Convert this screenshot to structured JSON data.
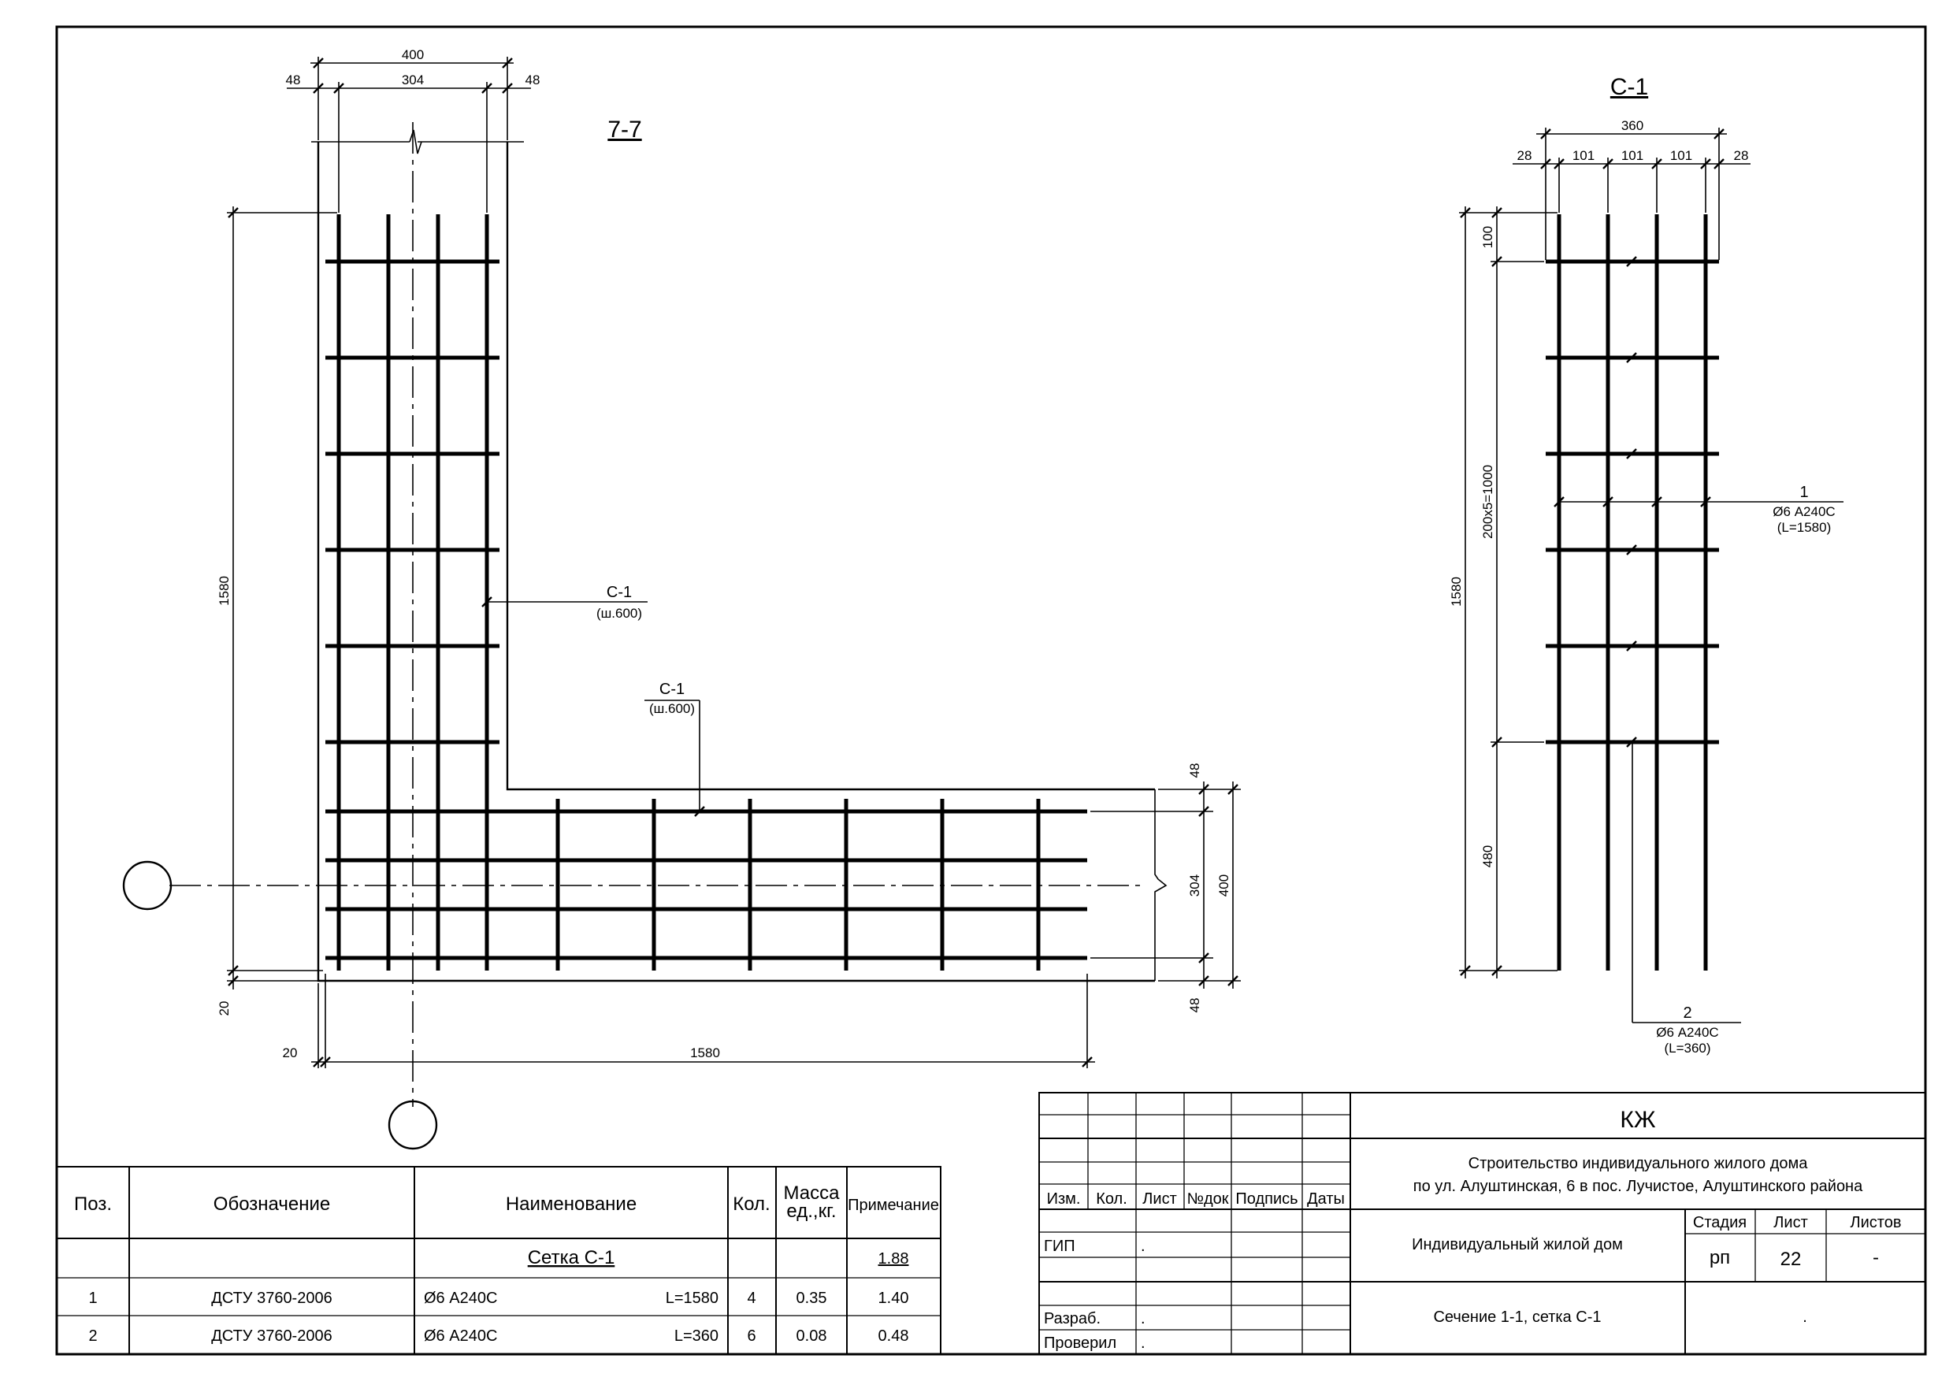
{
  "section": {
    "title": "7-7",
    "dims": {
      "top_overall": "400",
      "top_inner": "304",
      "top_cover_l": "48",
      "top_cover_r": "48",
      "left_height": "1580",
      "bottom_cover": "20",
      "bottom_left": "20",
      "bottom_length": "1580",
      "right_top": "48",
      "right_inner": "304",
      "right_overall": "400",
      "right_bottom": "48"
    },
    "callout_vertical": {
      "mark": "С-1",
      "step": "(ш.600)"
    },
    "callout_horizontal": {
      "mark": "С-1",
      "step": "(ш.600)"
    }
  },
  "mesh": {
    "title": "С-1",
    "dims": {
      "width": "360",
      "cover_l": "28",
      "spacing1": "101",
      "spacing2": "101",
      "spacing3": "101",
      "cover_r": "28",
      "top": "100",
      "middle": "200х5=1000",
      "bottom": "480",
      "overall": "1580"
    },
    "pos1": {
      "num": "1",
      "spec": "Ø6 А240С",
      "len": "(L=1580)"
    },
    "pos2": {
      "num": "2",
      "spec": "Ø6 А240С",
      "len": "(L=360)"
    }
  },
  "spec_table": {
    "headers": {
      "pos": "Поз.",
      "designation": "Обозначение",
      "name": "Наименование",
      "qty": "Кол.",
      "mass1": "Масса",
      "mass2": "ед.,кг.",
      "note": "Примечание"
    },
    "group": {
      "name": "Сетка С-1",
      "note": "1.88"
    },
    "rows": [
      {
        "pos": "1",
        "designation": "ДСТУ 3760-2006",
        "name": "Ø6 А240С",
        "length": "L=1580",
        "qty": "4",
        "mass": "0.35",
        "note": "1.40"
      },
      {
        "pos": "2",
        "designation": "ДСТУ 3760-2006",
        "name": "Ø6 А240С",
        "length": "L=360",
        "qty": "6",
        "mass": "0.08",
        "note": "0.48"
      }
    ]
  },
  "title_block": {
    "code": "КЖ",
    "project_line1": "Строительство индивидуального жилого дома",
    "project_line2": "по ул. Алуштинская, 6 в пос. Лучистое, Алуштинского района",
    "cols": {
      "izm": "Изм.",
      "kol": "Кол.",
      "list": "Лист",
      "ndok": "№док",
      "podpis": "Подпись",
      "daty": "Даты"
    },
    "gip": "ГИП",
    "gip_val": ".",
    "razrab": "Разраб.",
    "razrab_val": ".",
    "proveril": "Проверил",
    "proveril_val": ".",
    "object": "Индивидуальный жилой дом",
    "stage_label": "Стадия",
    "sheet_label": "Лист",
    "sheets_label": "Листов",
    "stage": "рп",
    "sheet": "22",
    "sheets": "-",
    "content": "Сечение 1-1, сетка С-1",
    "org": "."
  }
}
